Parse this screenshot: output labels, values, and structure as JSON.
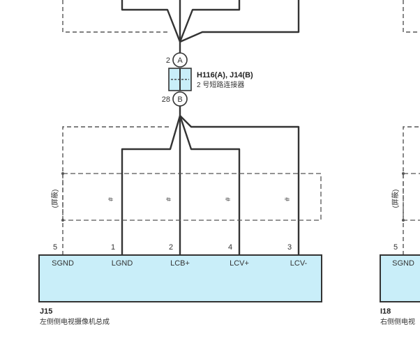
{
  "connector": {
    "pin_top": "2",
    "label_top": "A",
    "pin_bottom": "28",
    "label_bottom": "B",
    "ids": "H116(A), J14(B)",
    "desc": "2 号短路连接器"
  },
  "shield_label": "(屏蔽)",
  "wire_mark": "#",
  "left_component": {
    "id": "J15",
    "name": "左侧侧电视摄像机总成",
    "pins": [
      {
        "num": "5",
        "signal": "SGND"
      },
      {
        "num": "1",
        "signal": "LGND"
      },
      {
        "num": "2",
        "signal": "LCB+"
      },
      {
        "num": "4",
        "signal": "LCV+"
      },
      {
        "num": "3",
        "signal": "LCV-"
      }
    ]
  },
  "right_component": {
    "id": "I18",
    "name": "右侧侧电视",
    "pins": [
      {
        "num": "5",
        "signal": "SGND"
      }
    ]
  },
  "colors": {
    "component_fill": "#c9eef9",
    "wire": "#333333"
  }
}
